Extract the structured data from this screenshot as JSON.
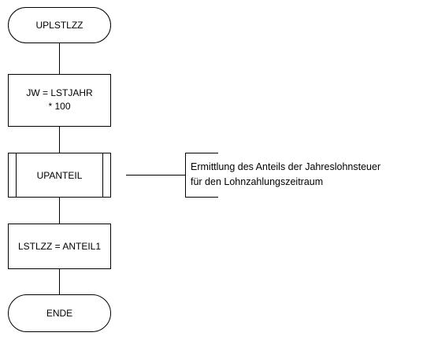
{
  "flowchart": {
    "start": {
      "label": "UPLSTLZZ"
    },
    "process1": {
      "line1": "JW = LSTJAHR",
      "line2": "* 100"
    },
    "subprocess": {
      "label": "UPANTEIL"
    },
    "annotation": {
      "line1": "Ermittlung des Anteils der Jahreslohnsteuer",
      "line2": "für den Lohnzahlungszeitraum"
    },
    "process2": {
      "label": "LSTLZZ = ANTEIL1"
    },
    "end": {
      "label": "ENDE"
    }
  }
}
